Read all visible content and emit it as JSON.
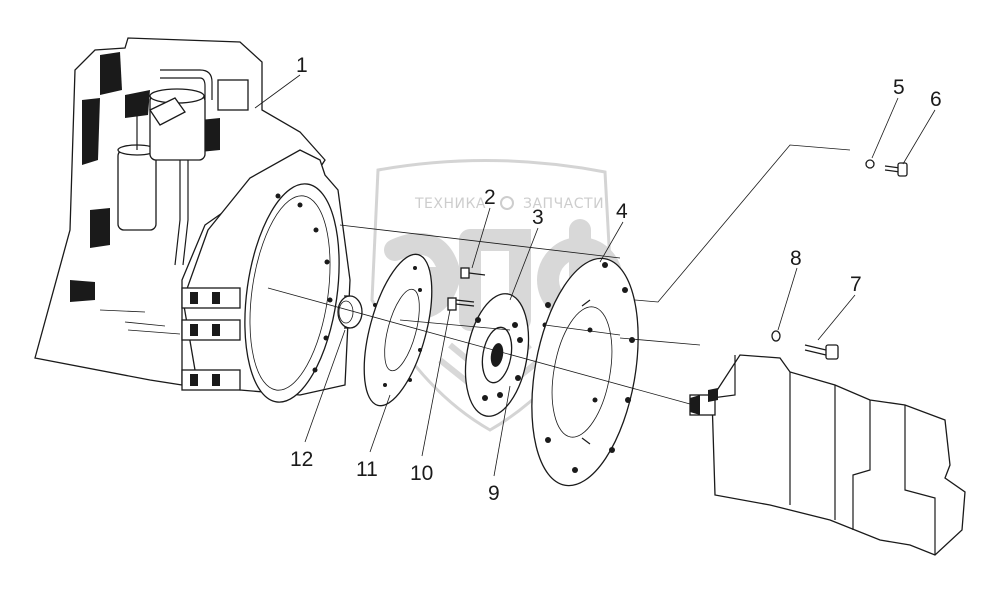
{
  "watermark": {
    "left_text": "ТЕХНИКА",
    "right_text": "ЗАПЧАСТИ",
    "logo_letters": "ЭПФ"
  },
  "callouts": [
    "1",
    "2",
    "3",
    "4",
    "5",
    "6",
    "7",
    "8",
    "9",
    "10",
    "11",
    "12"
  ],
  "colors": {
    "line": "#1a1a1a",
    "background": "#ffffff",
    "watermark": "#c8c8c8"
  }
}
